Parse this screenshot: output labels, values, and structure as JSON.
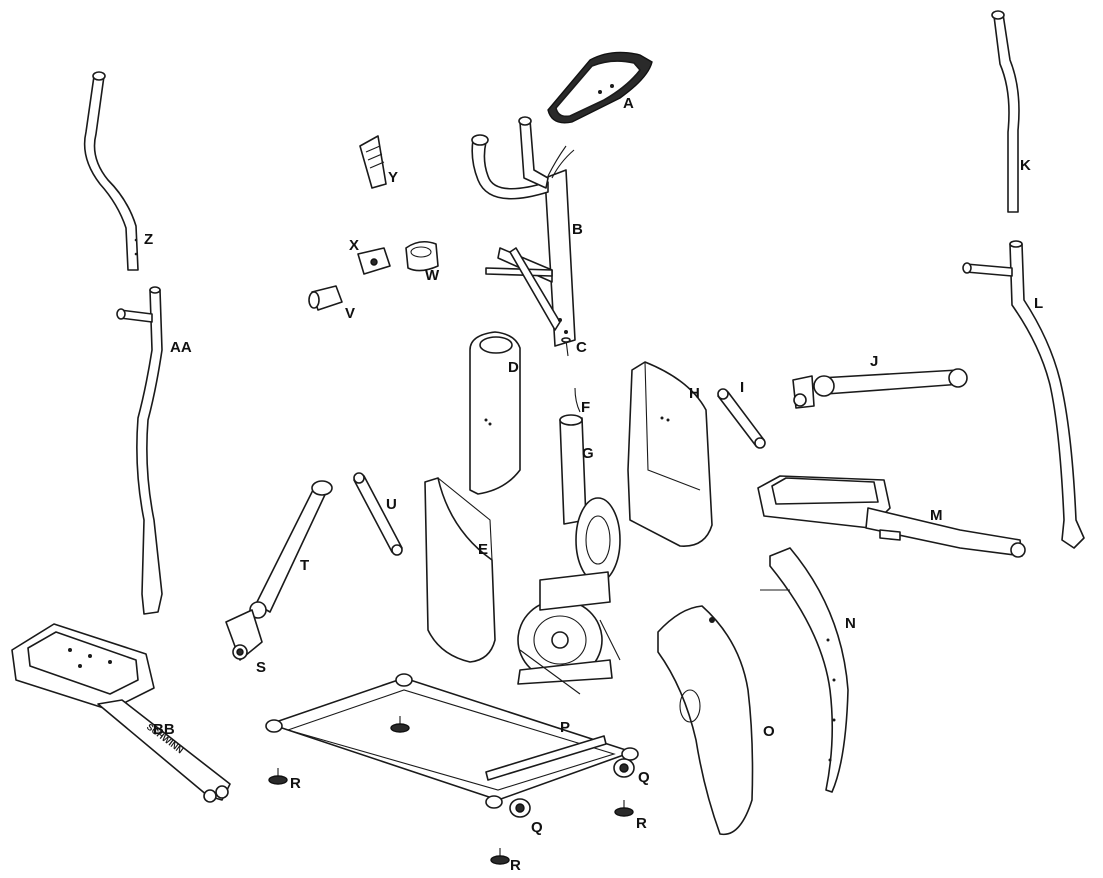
{
  "parts": [
    {
      "id": "A",
      "label": "A"
    },
    {
      "id": "B",
      "label": "B"
    },
    {
      "id": "C",
      "label": "C"
    },
    {
      "id": "D",
      "label": "D"
    },
    {
      "id": "E",
      "label": "E"
    },
    {
      "id": "F",
      "label": "F"
    },
    {
      "id": "G",
      "label": "G"
    },
    {
      "id": "H",
      "label": "H"
    },
    {
      "id": "I",
      "label": "I"
    },
    {
      "id": "J",
      "label": "J"
    },
    {
      "id": "K",
      "label": "K"
    },
    {
      "id": "L",
      "label": "L"
    },
    {
      "id": "M",
      "label": "M"
    },
    {
      "id": "N",
      "label": "N"
    },
    {
      "id": "O",
      "label": "O"
    },
    {
      "id": "P",
      "label": "P"
    },
    {
      "id": "Q1",
      "label": "Q"
    },
    {
      "id": "Q2",
      "label": "Q"
    },
    {
      "id": "R1",
      "label": "R"
    },
    {
      "id": "R2",
      "label": "R"
    },
    {
      "id": "R3",
      "label": "R"
    },
    {
      "id": "S",
      "label": "S"
    },
    {
      "id": "T",
      "label": "T"
    },
    {
      "id": "U",
      "label": "U"
    },
    {
      "id": "V",
      "label": "V"
    },
    {
      "id": "W",
      "label": "W"
    },
    {
      "id": "X",
      "label": "X"
    },
    {
      "id": "Y",
      "label": "Y"
    },
    {
      "id": "Z",
      "label": "Z"
    },
    {
      "id": "AA",
      "label": "AA"
    },
    {
      "id": "BB",
      "label": "BB"
    }
  ],
  "embossed_text": "SCHWINN"
}
